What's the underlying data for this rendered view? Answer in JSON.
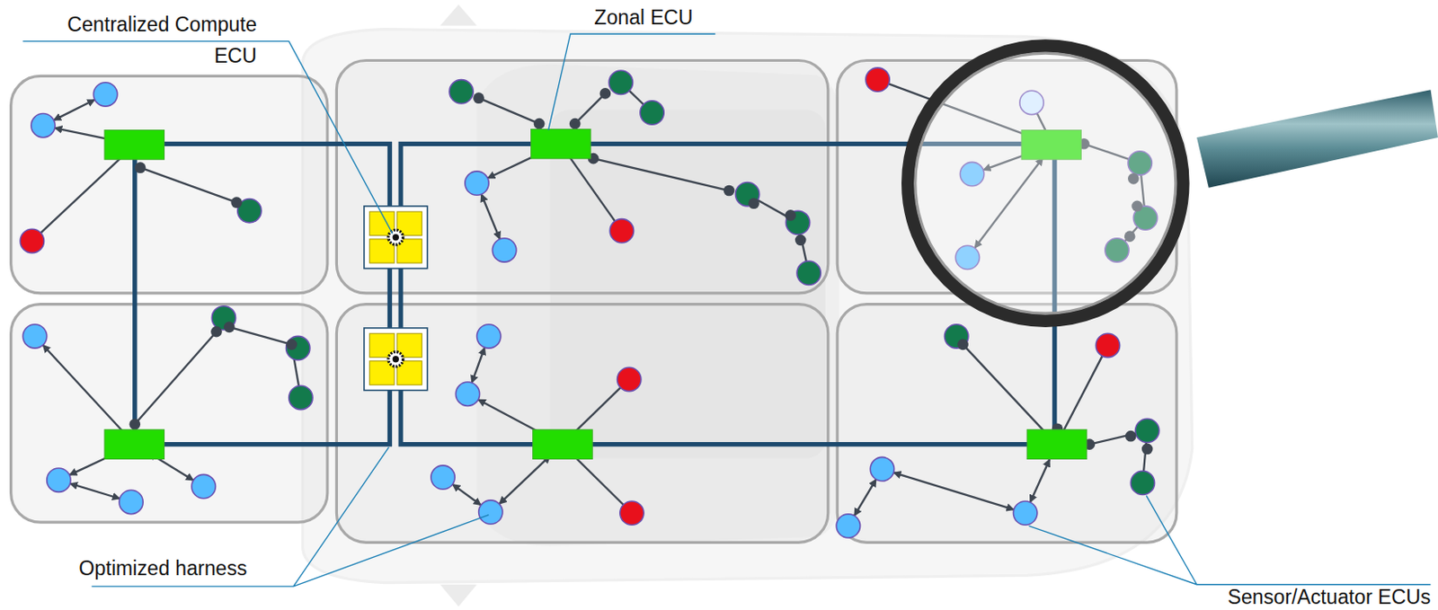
{
  "diagram": {
    "labels": [
      "Centralized Compute ECU",
      "Zonal ECU",
      "Optimized harness",
      "Sensor/Actuator ECUs"
    ]
  }
}
